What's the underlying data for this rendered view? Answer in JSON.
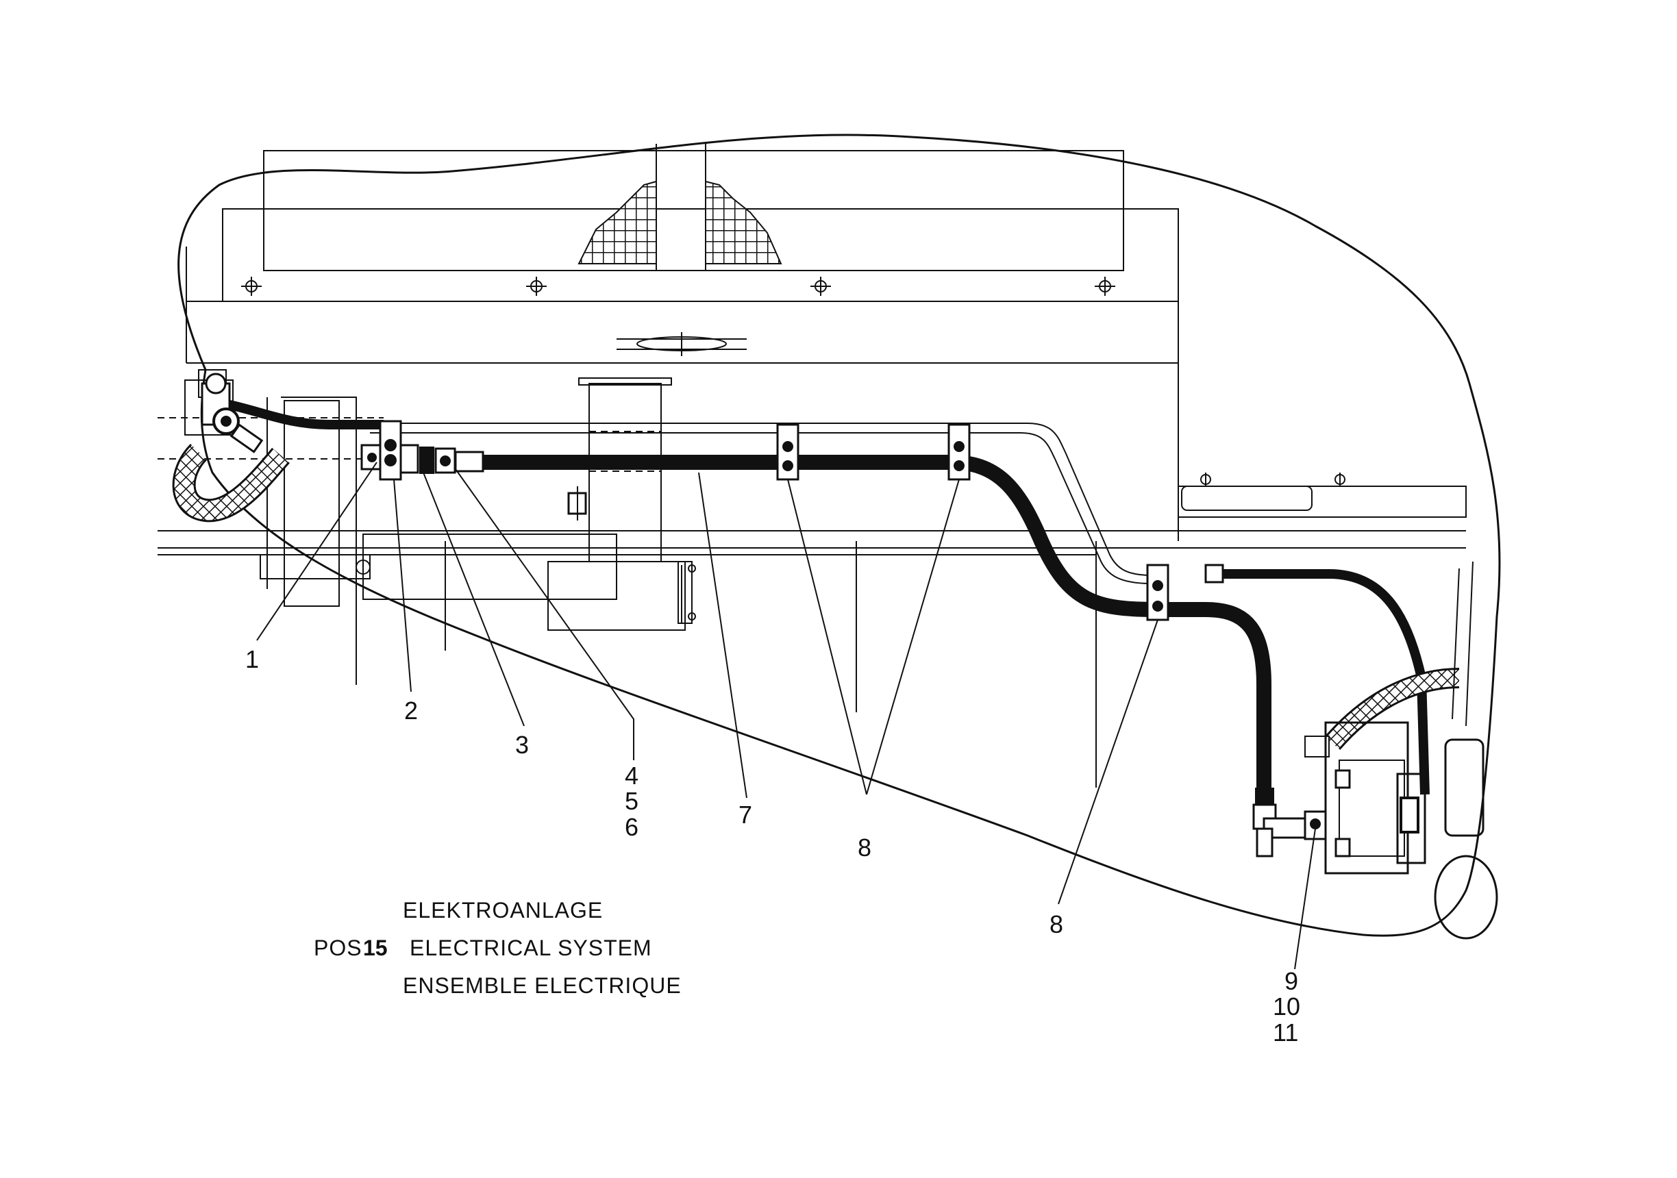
{
  "title": {
    "line_de": "ELEKTROANLAGE",
    "pos_label": "POS",
    "pos_number": "15",
    "line_en": "ELECTRICAL SYSTEM",
    "line_fr": "ENSEMBLE ELECTRIQUE"
  },
  "callouts": {
    "c1": "1",
    "c2": "2",
    "c3": "3",
    "c4": "4",
    "c5": "5",
    "c6": "6",
    "c7": "7",
    "c8a": "8",
    "c8b": "8",
    "c9": "9",
    "c10": "10",
    "c11": "11"
  }
}
